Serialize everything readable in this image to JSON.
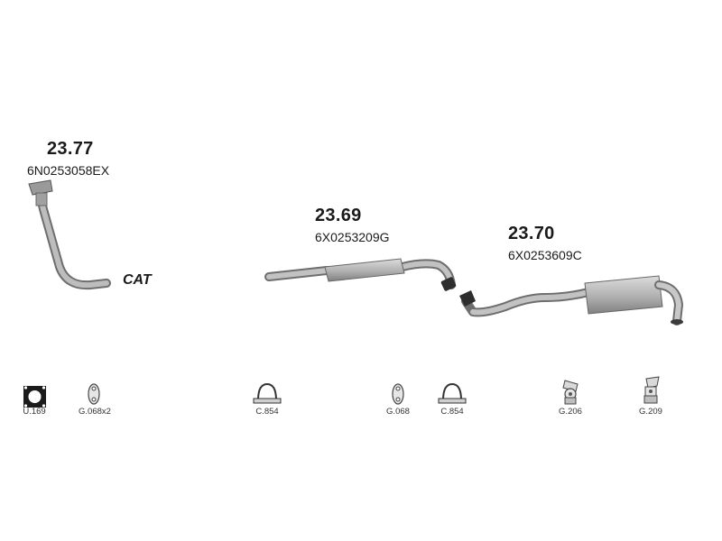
{
  "parts": [
    {
      "number": "23.77",
      "oe": "6N0253058EX",
      "note": "CAT"
    },
    {
      "number": "23.69",
      "oe": "6X0253209G"
    },
    {
      "number": "23.70",
      "oe": "6X0253609C"
    }
  ],
  "fittings": [
    {
      "code": "U.169",
      "icon": "flange-gasket-icon"
    },
    {
      "code": "G.068x2",
      "icon": "rubber-mount-icon"
    },
    {
      "code": "C.854",
      "icon": "clamp-icon"
    },
    {
      "code": "G.068",
      "icon": "rubber-mount-icon"
    },
    {
      "code": "C.854",
      "icon": "clamp-icon"
    },
    {
      "code": "G.206",
      "icon": "hanger-icon"
    },
    {
      "code": "G.209",
      "icon": "hanger-icon"
    }
  ],
  "colors": {
    "pipe": "#a9a9a9",
    "pipe_dark": "#6f6f6f",
    "muffler": "#b4b4b4",
    "text": "#1a1a1a"
  }
}
